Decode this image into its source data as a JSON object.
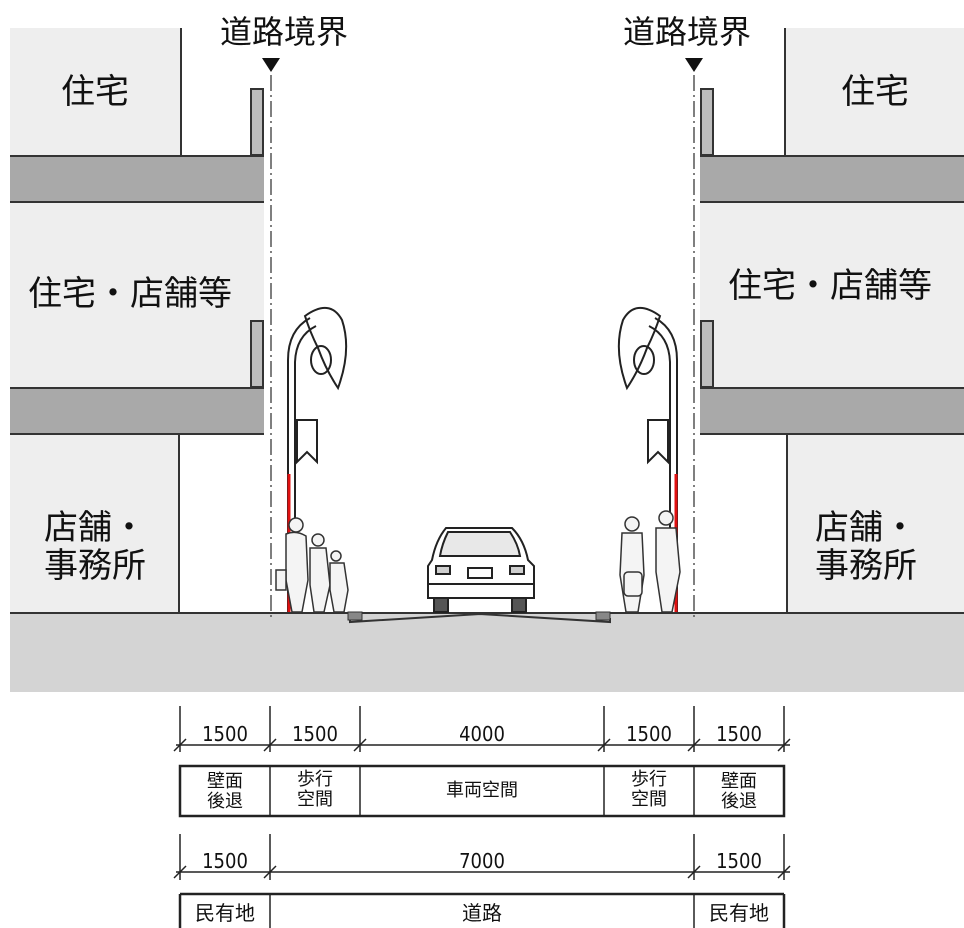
{
  "boundary_labels": {
    "left": "道路境界",
    "right": "道路境界"
  },
  "buildings": {
    "left": {
      "top": "住宅",
      "middle": "住宅・店舗等",
      "bottom_line1": "店舗・",
      "bottom_line2": "事務所"
    },
    "right": {
      "top": "住宅",
      "middle": "住宅・店舗等",
      "bottom_line1": "店舗・",
      "bottom_line2": "事務所"
    }
  },
  "dimensions_row1": {
    "values": [
      "1500",
      "1500",
      "4000",
      "1500",
      "1500"
    ],
    "labels": [
      {
        "line1": "壁面",
        "line2": "後退"
      },
      {
        "line1": "歩行",
        "line2": "空間"
      },
      {
        "line1": "車両空間",
        "line2": ""
      },
      {
        "line1": "歩行",
        "line2": "空間"
      },
      {
        "line1": "壁面",
        "line2": "後退"
      }
    ]
  },
  "dimensions_row2": {
    "values": [
      "1500",
      "7000",
      "1500"
    ],
    "labels": [
      "民有地",
      "道路",
      "民有地"
    ]
  },
  "colors": {
    "building": "#eeeeee",
    "slab": "#a9a9a9",
    "ground": "#d4d4d4",
    "pole_accent": "#e01010"
  }
}
